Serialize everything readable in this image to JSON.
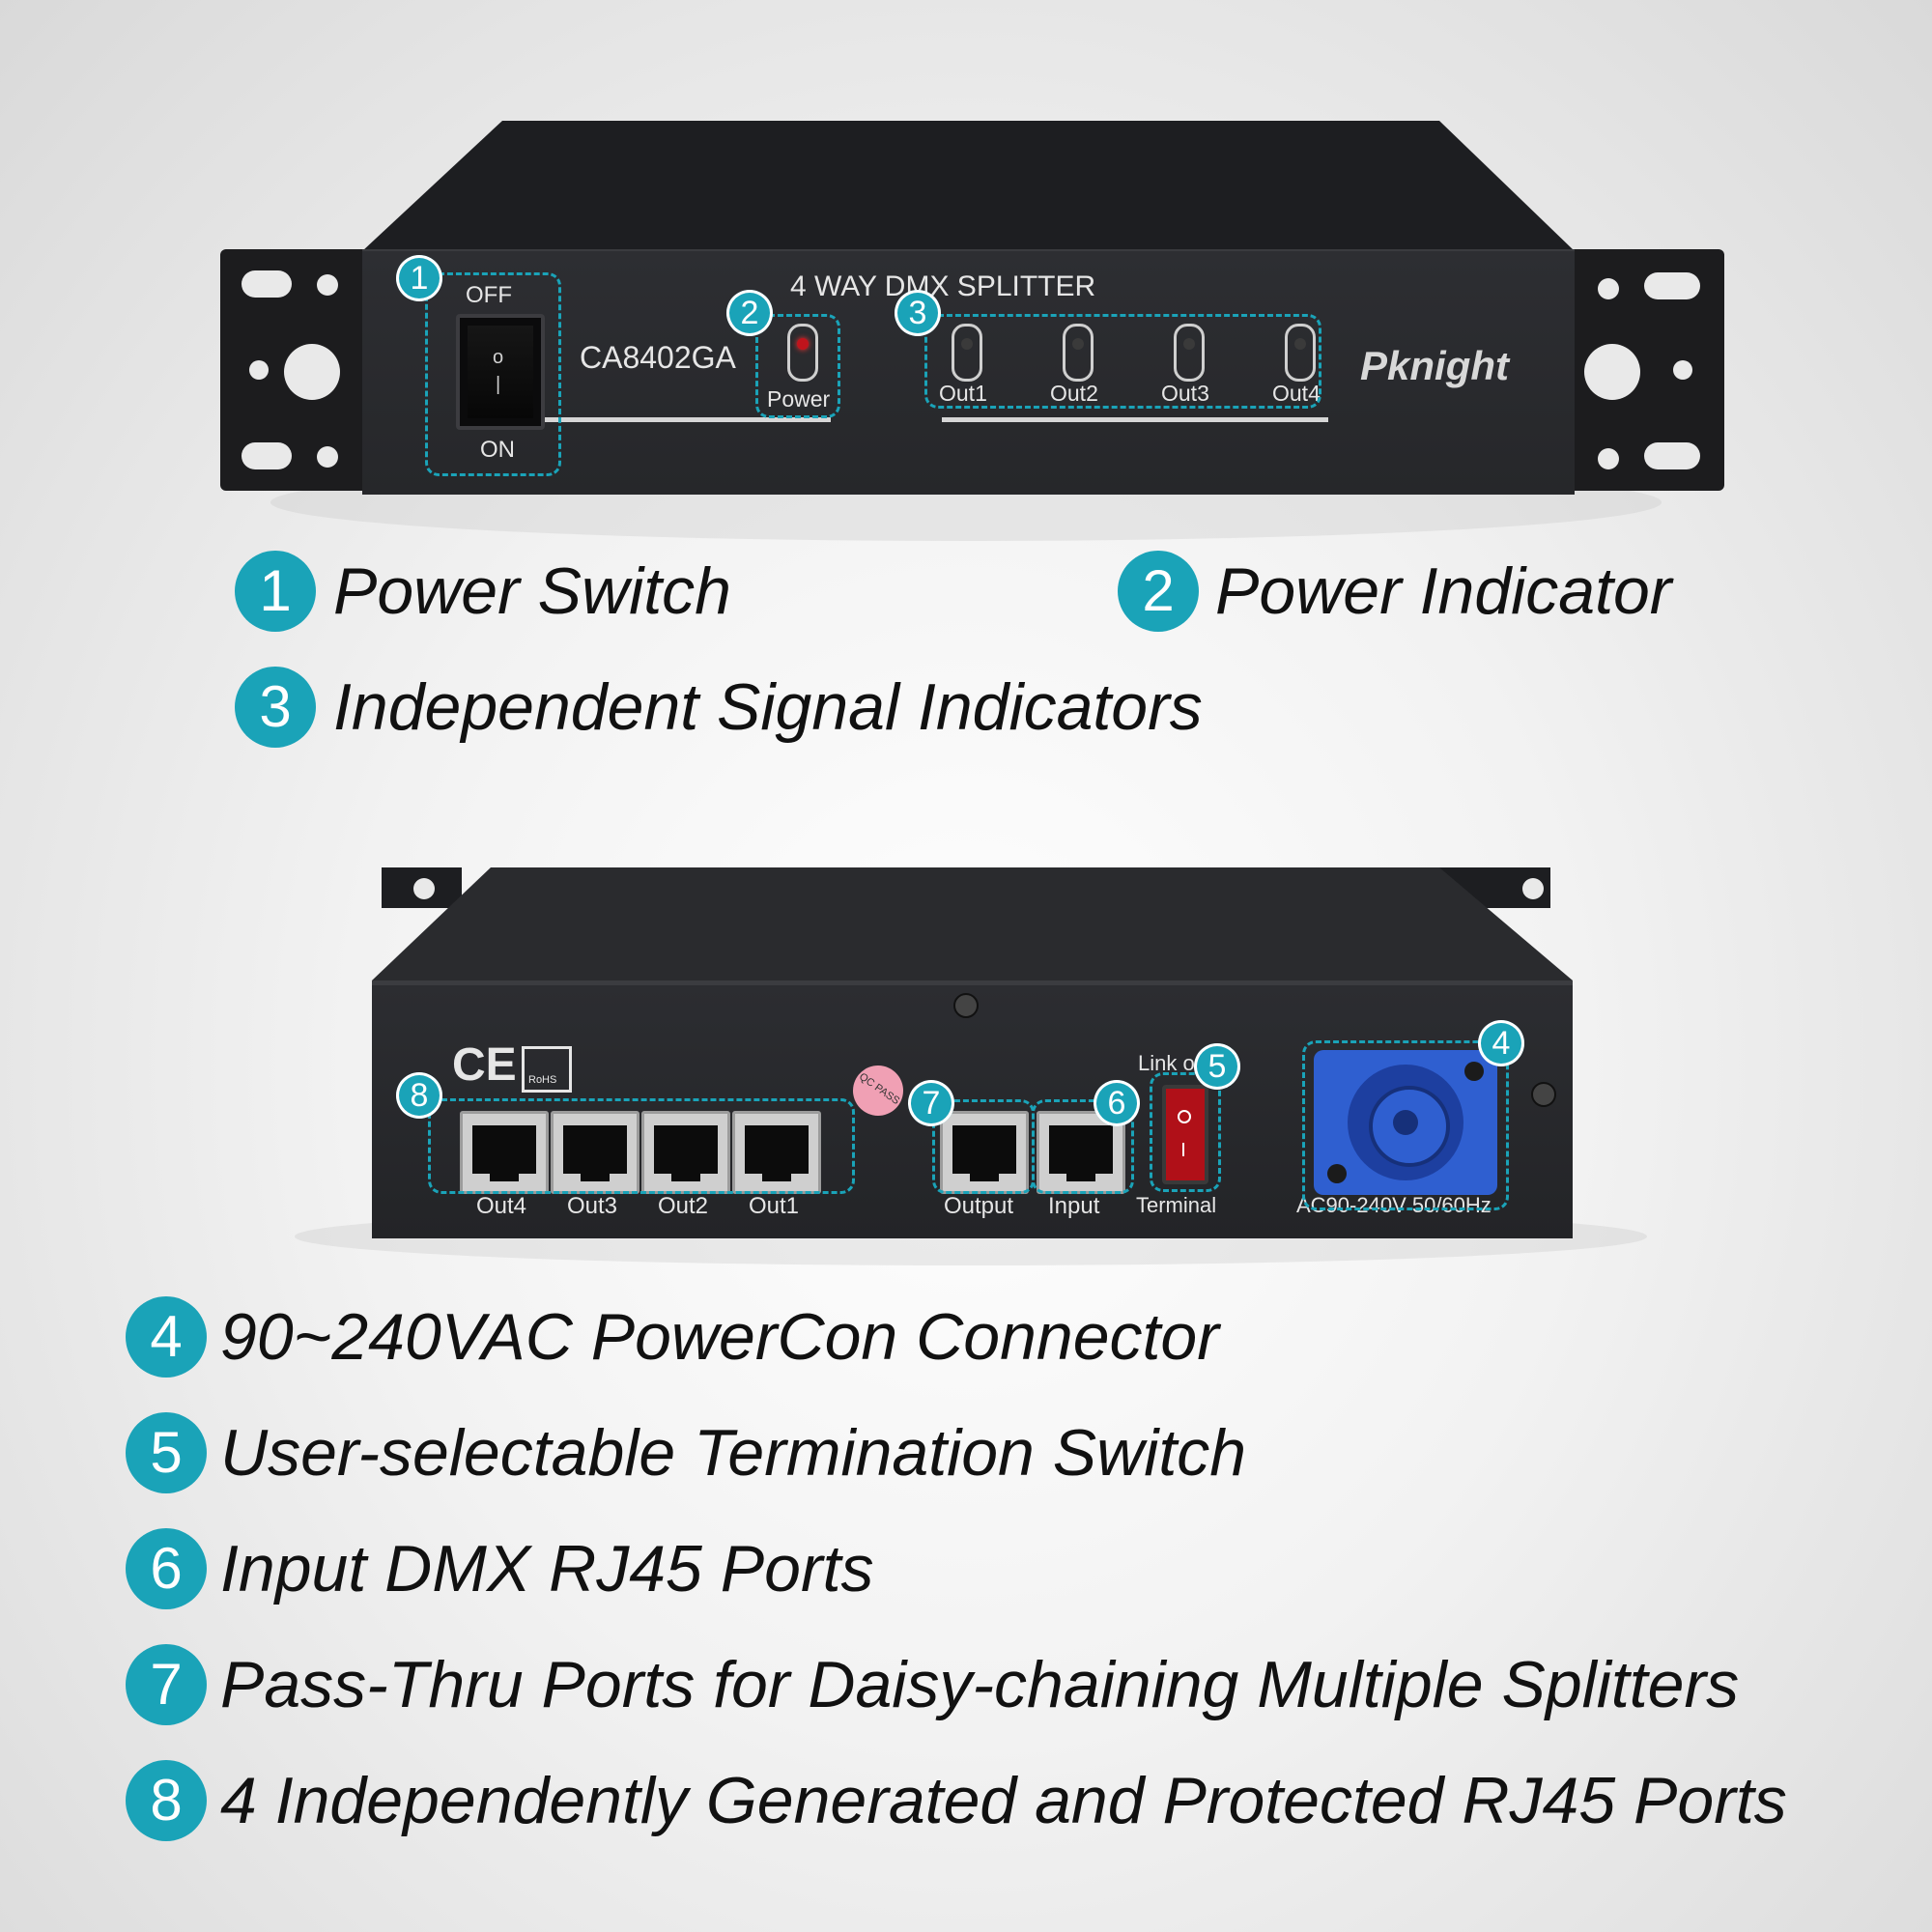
{
  "front_panel": {
    "title": "4 WAY DMX SPLITTER",
    "model": "CA8402GA",
    "brand": "Pknight",
    "switch_off": "OFF",
    "switch_on": "ON",
    "switch_symbols": [
      "o",
      "|"
    ],
    "power_label": "Power",
    "outputs": [
      "Out1",
      "Out2",
      "Out3",
      "Out4"
    ]
  },
  "rear_panel": {
    "ce_mark": "CE",
    "rohs": "RoHS",
    "qc": "QC PASS",
    "ports": [
      "Out4",
      "Out3",
      "Out2",
      "Out1"
    ],
    "output_label": "Output",
    "input_label": "Input",
    "link_label": "Link o",
    "terminal_label": "Terminal",
    "ac_label": "AC90-240V 50/60Hz"
  },
  "legend": [
    {
      "num": "1",
      "text": "Power Switch"
    },
    {
      "num": "2",
      "text": "Power Indicator"
    },
    {
      "num": "3",
      "text": "Independent Signal Indicators"
    },
    {
      "num": "4",
      "text": "90~240VAC PowerCon Connector"
    },
    {
      "num": "5",
      "text": "User-selectable Termination Switch"
    },
    {
      "num": "6",
      "text": "Input DMX RJ45 Ports"
    },
    {
      "num": "7",
      "text": "Pass-Thru Ports for Daisy-chaining Multiple Splitters"
    },
    {
      "num": "8",
      "text": "4 Independently Generated and Protected RJ45 Ports"
    }
  ],
  "colors": {
    "accent": "#1aa3b8",
    "device": "#2b2c30",
    "power_led": "#c0141c",
    "powercon": "#2f5fd0"
  }
}
